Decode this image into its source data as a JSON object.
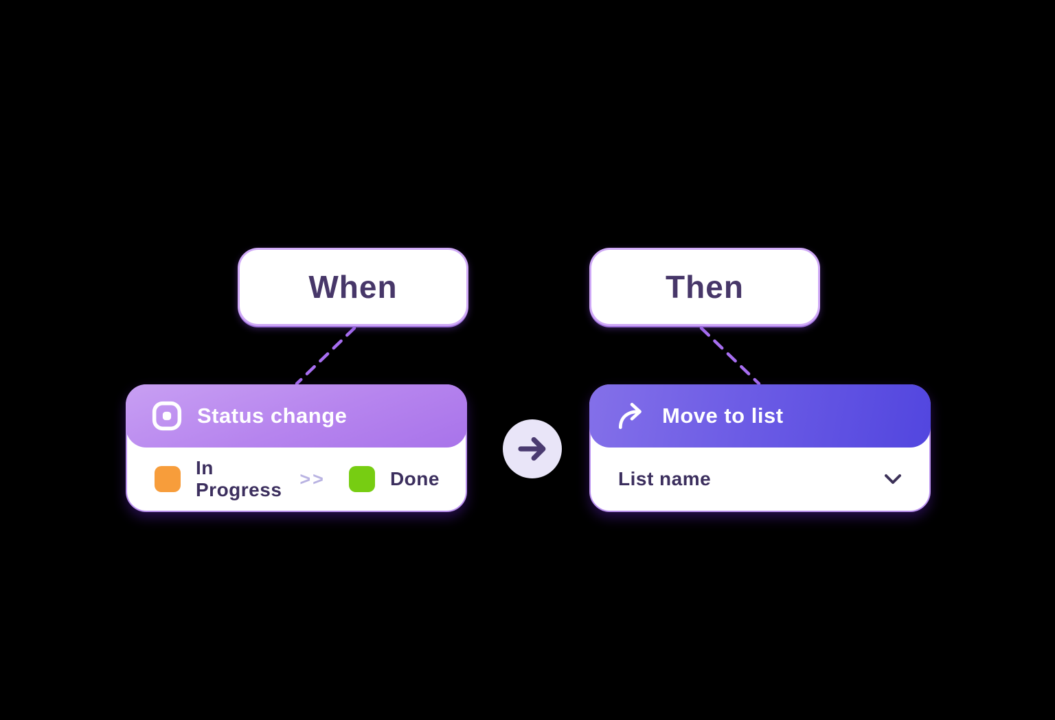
{
  "diagram": {
    "when_box": {
      "label": "When"
    },
    "then_box": {
      "label": "Then"
    },
    "trigger_card": {
      "header": {
        "title": "Status change",
        "icon": "status-icon"
      },
      "body": {
        "from_status": {
          "label": "In Progress",
          "color": "#F79D3B"
        },
        "separator": ">>",
        "to_status": {
          "label": "Done",
          "color": "#77CD12"
        }
      }
    },
    "connector": {
      "icon": "arrow-right-icon"
    },
    "action_card": {
      "header": {
        "title": "Move to list",
        "icon": "forward-arrow-icon"
      },
      "body": {
        "dropdown_value": "List name",
        "icon": "chevron-down-icon"
      }
    },
    "colors": {
      "dashed_connector": "#A76EF0",
      "trigger_header_gradient_start": "#C89FF3",
      "trigger_header_gradient_end": "#A873EA",
      "action_header_gradient_start": "#8470E9",
      "action_header_gradient_end": "#5246DF",
      "text_dark_purple": "#473769"
    }
  }
}
